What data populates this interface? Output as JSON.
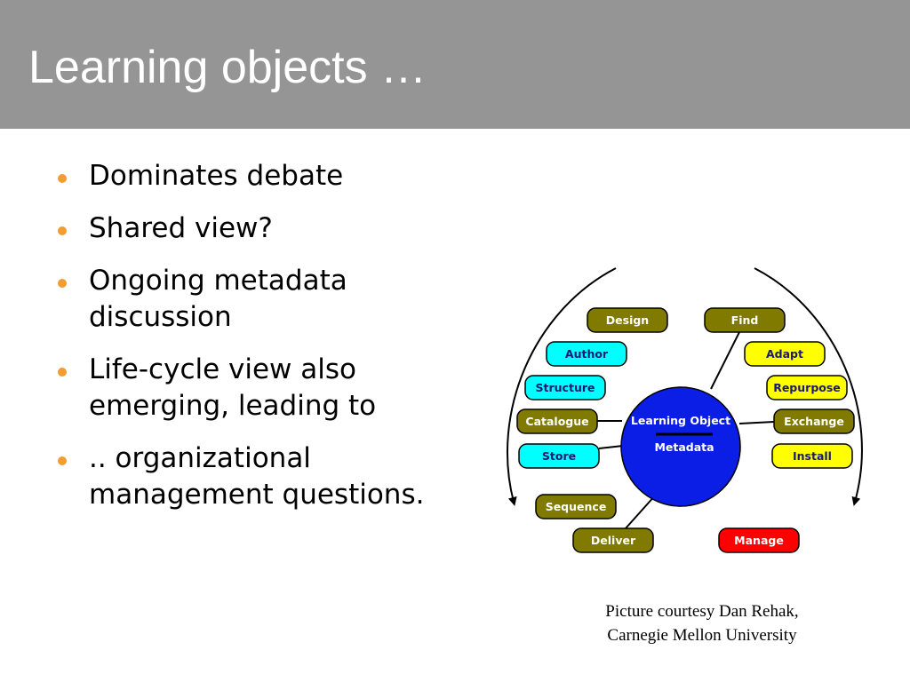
{
  "slide": {
    "title": "Learning objects …",
    "bullets": [
      "Dominates debate",
      "Shared view?",
      "Ongoing metadata discussion",
      "Life-cycle view also emerging, leading to",
      ".. organizational management questions."
    ],
    "caption": {
      "line1": "Picture courtesy Dan Rehak,",
      "line2": "Carnegie Mellon University"
    }
  },
  "diagram": {
    "center": {
      "line1": "Learning Object",
      "line2": "Metadata",
      "color": "#0a1ee6"
    },
    "colors": {
      "olive": "#807a00",
      "cyan": "#00ffff",
      "yellow": "#ffff00",
      "red": "#ff0000",
      "bullet": "#f39c2f",
      "title_bar": "#959595"
    },
    "nodes": [
      {
        "label": "Design",
        "color": "olive"
      },
      {
        "label": "Find",
        "color": "olive"
      },
      {
        "label": "Author",
        "color": "cyan"
      },
      {
        "label": "Adapt",
        "color": "yellow"
      },
      {
        "label": "Structure",
        "color": "cyan"
      },
      {
        "label": "Repurpose",
        "color": "yellow"
      },
      {
        "label": "Catalogue",
        "color": "olive"
      },
      {
        "label": "Exchange",
        "color": "olive"
      },
      {
        "label": "Store",
        "color": "cyan"
      },
      {
        "label": "Install",
        "color": "yellow"
      },
      {
        "label": "Sequence",
        "color": "olive"
      },
      {
        "label": "Deliver",
        "color": "olive"
      },
      {
        "label": "Manage",
        "color": "red"
      }
    ]
  }
}
